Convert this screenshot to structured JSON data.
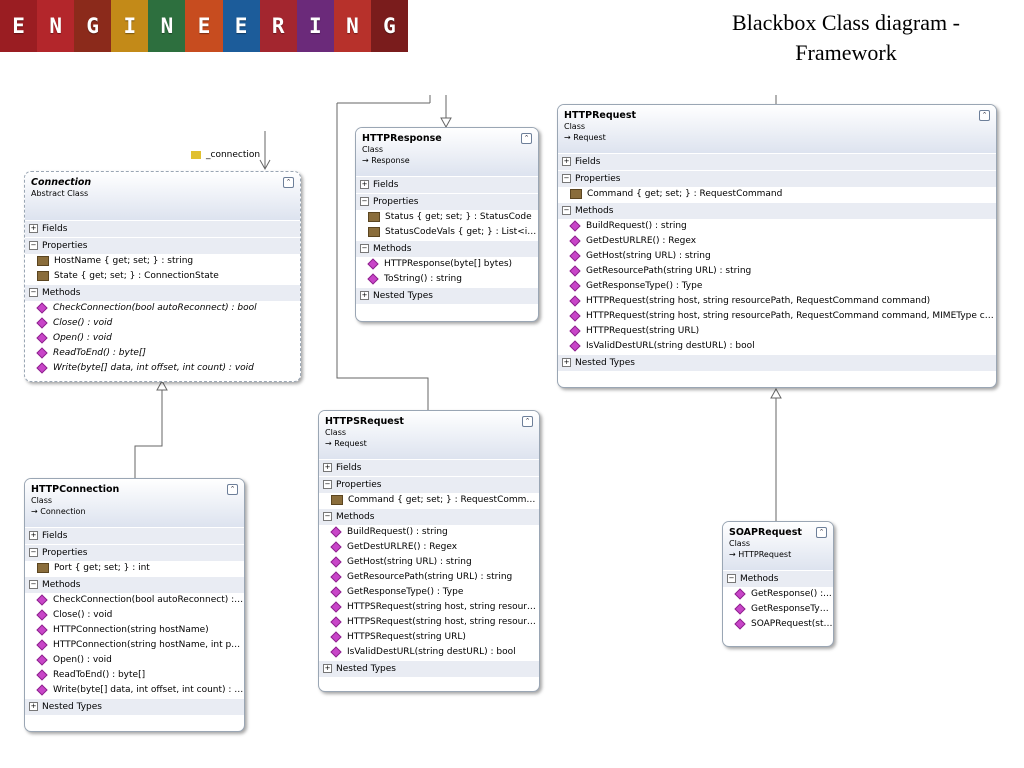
{
  "banner": {
    "letters": [
      "E",
      "N",
      "G",
      "I",
      "N",
      "E",
      "E",
      "R",
      "I",
      "N",
      "G"
    ],
    "colors": [
      "#9a1d22",
      "#b3262b",
      "#8b2a1b",
      "#c38a18",
      "#2d6f3e",
      "#c74c1f",
      "#1c5c9a",
      "#a3262f",
      "#6b2a7a",
      "#b7312b",
      "#7a1c1c"
    ]
  },
  "title": {
    "line1": "Blackbox Class diagram -",
    "line2": "Framework"
  },
  "association_label": "_connection",
  "classes": {
    "connection": {
      "name": "Connection",
      "kind": "Abstract Class",
      "fields": "Fields",
      "properties": "Properties",
      "methods": "Methods",
      "props": [
        "HostName { get; set; } : string",
        "State { get; set; } : ConnectionState"
      ],
      "meths": [
        "CheckConnection(bool autoReconnect) : bool",
        "Close() : void",
        "Open() : void",
        "ReadToEnd() : byte[]",
        "Write(byte[] data, int offset, int count) : void"
      ]
    },
    "http_connection": {
      "name": "HTTPConnection",
      "kind": "Class",
      "base": "→ Connection",
      "fields": "Fields",
      "properties": "Properties",
      "methods": "Methods",
      "nested": "Nested Types",
      "props": [
        "Port { get; set; } : int"
      ],
      "meths": [
        "CheckConnection(bool autoReconnect) : bool",
        "Close() : void",
        "HTTPConnection(string hostName)",
        "HTTPConnection(string hostName, int port)",
        "Open() : void",
        "ReadToEnd() : byte[]",
        "Write(byte[] data, int offset, int count) : void"
      ]
    },
    "http_response": {
      "name": "HTTPResponse",
      "kind": "Class",
      "base": "→ Response",
      "fields": "Fields",
      "properties": "Properties",
      "methods": "Methods",
      "nested": "Nested Types",
      "props": [
        "Status { get; set; } : StatusCode",
        "StatusCodeVals { get; } : List<int>"
      ],
      "meths": [
        "HTTPResponse(byte[] bytes)",
        "ToString() : string"
      ]
    },
    "https_request": {
      "name": "HTTPSRequest",
      "kind": "Class",
      "base": "→ Request",
      "fields": "Fields",
      "properties": "Properties",
      "methods": "Methods",
      "nested": "Nested Types",
      "props": [
        "Command { get; set; } : RequestCommand"
      ],
      "meths": [
        "BuildRequest() : string",
        "GetDestURLRE() : Regex",
        "GetHost(string URL) : string",
        "GetResourcePath(string URL) : string",
        "GetResponseType() : Type",
        "HTTPSRequest(string host,  string resourcePat...",
        "HTTPSRequest(string host,  string resourcePat...",
        "HTTPSRequest(string URL)",
        "IsValidDestURL(string destURL) : bool"
      ]
    },
    "http_request": {
      "name": "HTTPRequest",
      "kind": "Class",
      "base": "→ Request",
      "fields": "Fields",
      "properties": "Properties",
      "methods": "Methods",
      "nested": "Nested Types",
      "props": [
        "Command { get; set; } : RequestCommand"
      ],
      "meths": [
        "BuildRequest() : string",
        "GetDestURLRE() : Regex",
        "GetHost(string URL) : string",
        "GetResourcePath(string URL) : string",
        "GetResponseType() : Type",
        "HTTPRequest(string host, string resourcePath, RequestCommand command)",
        "HTTPRequest(string host, string resourcePath, RequestCommand command, MIMEType contentType)",
        "HTTPRequest(string URL)",
        "IsValidDestURL(string destURL) : bool"
      ]
    },
    "soap_request": {
      "name": "SOAPRequest",
      "kind": "Class",
      "base": "→ HTTPRequest",
      "methods": "Methods",
      "meths": [
        "GetResponse() :...",
        "GetResponseTyp...",
        "SOAPRequest(stri..."
      ]
    }
  }
}
